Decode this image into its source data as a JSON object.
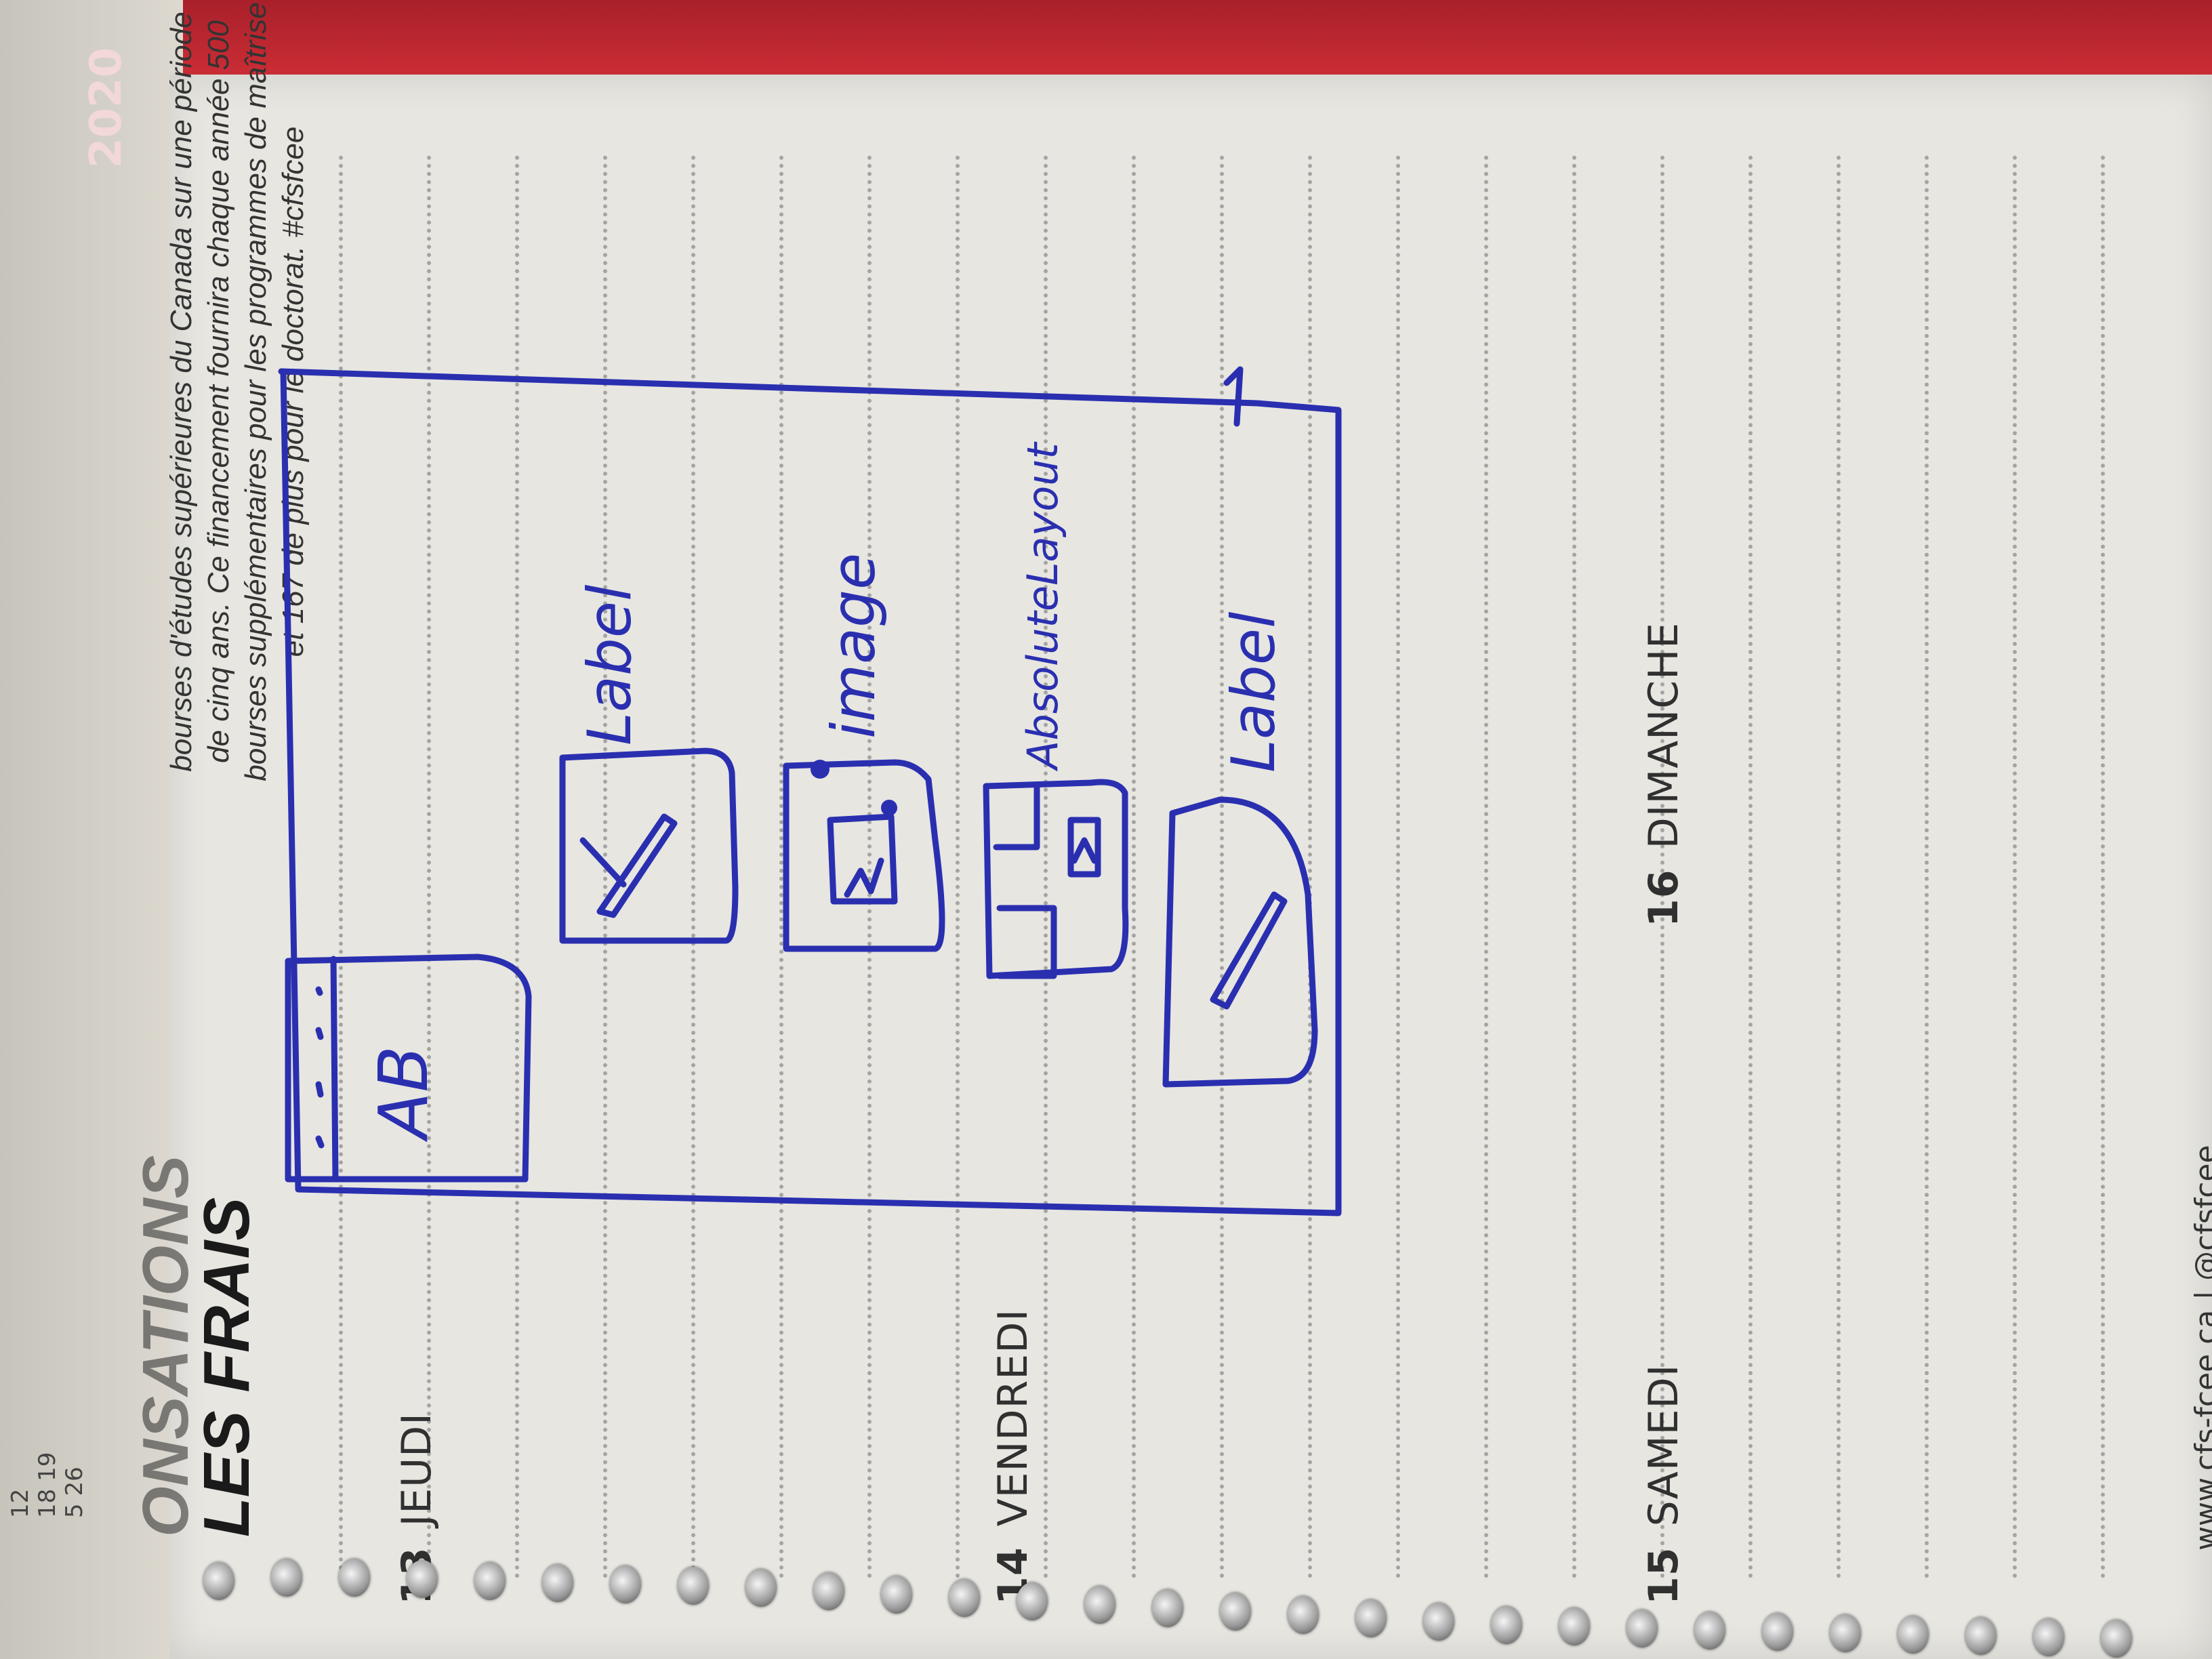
{
  "planner": {
    "year": "2020",
    "heading_line1": "LES FRAIS",
    "heading_partial": "ONSATIONS",
    "blurb_lines": [
      "bourses d'études supérieures du Canada sur une période",
      "de cinq ans. Ce financement fournira chaque année 500",
      "bourses supplémentaires pour les programmes de maîtrise",
      "et 167 de plus pour le doctorat. #cfsfcee"
    ],
    "days": [
      {
        "num": "13",
        "name": "JEUDI"
      },
      {
        "num": "14",
        "name": "VENDREDI"
      },
      {
        "num": "15",
        "name": "SAMEDI"
      },
      {
        "num": "16",
        "name": "DIMANCHE"
      }
    ],
    "footer": "www.cfs-fcee.ca  |  @cfsfcee",
    "mini_calendar": [
      "12",
      "18  19",
      "5  26"
    ]
  },
  "sketch": {
    "labels": {
      "ab_text": "AB",
      "label1": "Label",
      "image": "image",
      "absolute_layout": "AbsoluteLayout",
      "label2": "Label"
    },
    "ink_color": "#2a2fb0"
  }
}
